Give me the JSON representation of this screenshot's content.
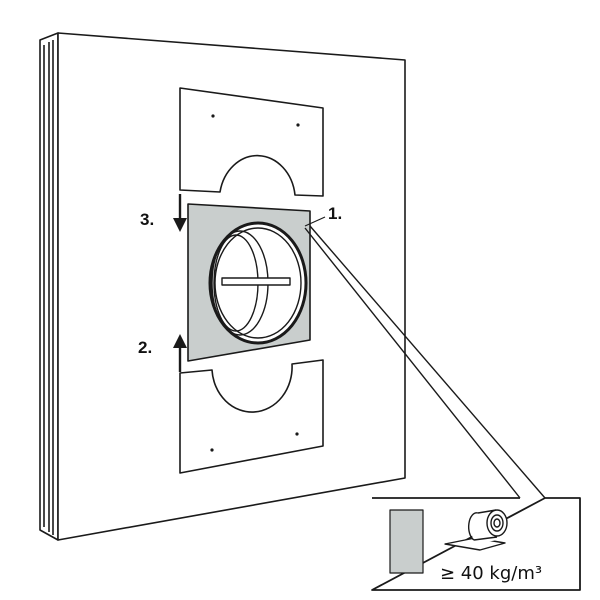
{
  "labels": {
    "step1": "1.",
    "step2": "2.",
    "step3": "3."
  },
  "detail": {
    "density": "≥ 40 kg/m³",
    "icon": "mineral-wool-roll-icon"
  },
  "colors": {
    "plate": "#c9cecd",
    "line": "#1a1a1a"
  }
}
